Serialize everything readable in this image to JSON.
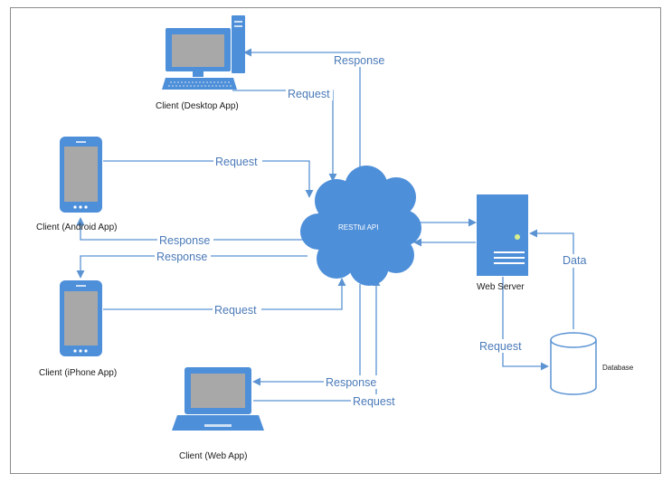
{
  "nodes": {
    "desktop": "Client (Desktop App)",
    "android": "Client (Android App)",
    "iphone": "Client (iPhone App)",
    "web": "Client (Web App)",
    "api": "RESTful API",
    "server": "Web Server",
    "database": "Database"
  },
  "edges": {
    "desktop_response": "Response",
    "desktop_request": "Request",
    "android_request": "Request",
    "android_response": "Response",
    "iphone_response": "Response",
    "iphone_request": "Request",
    "web_response": "Response",
    "web_request": "Request",
    "server_request": "Request",
    "db_data": "Data"
  },
  "colors": {
    "accent": "#4e8fd9",
    "line": "#5b93d3",
    "label": "#4a7ab8"
  }
}
